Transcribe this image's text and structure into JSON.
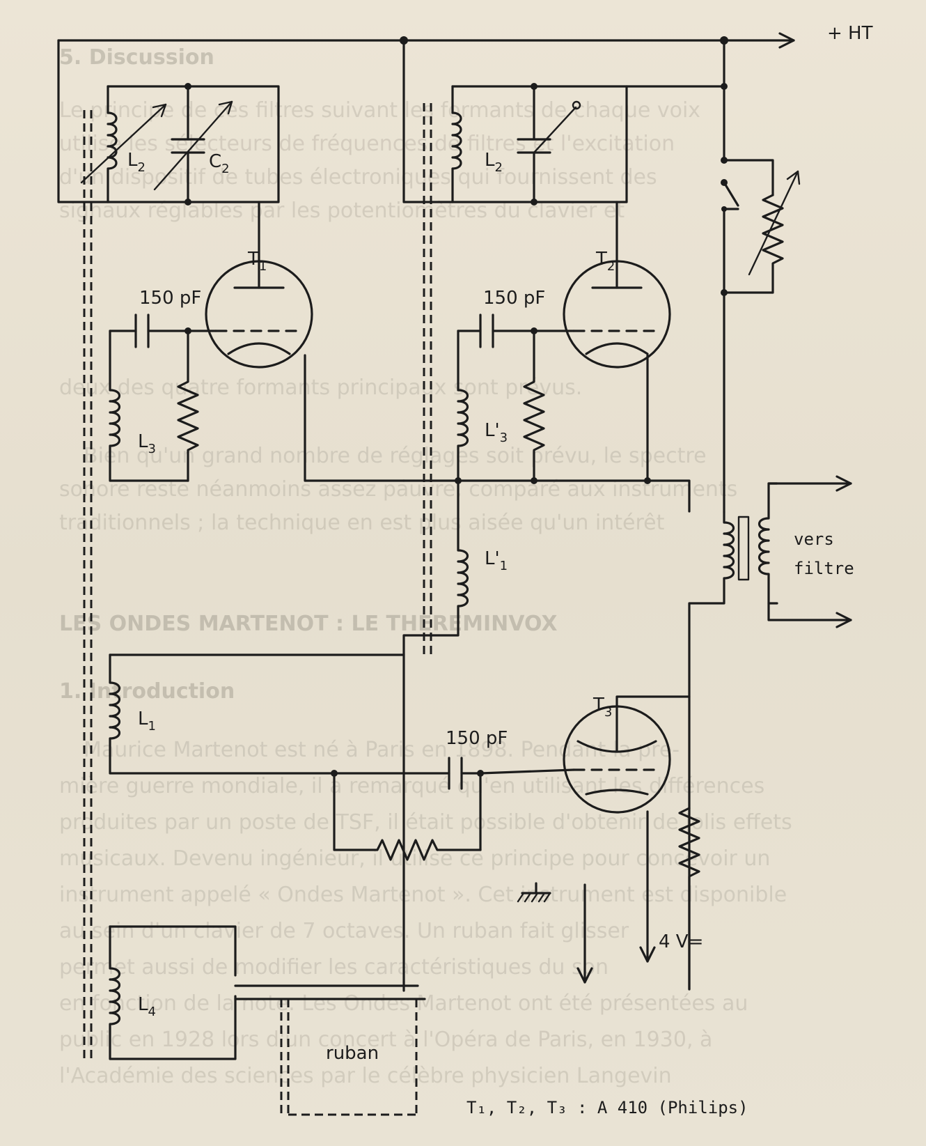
{
  "diagram": {
    "labels": {
      "ht": "+ HT",
      "l2a_main": "L",
      "l2a_sub": "2",
      "c2_main": "C",
      "c2_sub": "2",
      "l2b_main": "L",
      "l2b_sub": "2",
      "t1_main": "T",
      "t1_sub": "1",
      "t2_main": "T",
      "t2_sub": "2",
      "t3_main": "T",
      "t3_sub": "3",
      "cap1": "150 pF",
      "cap2": "150 pF",
      "cap3": "150 pF",
      "l3_main": "L",
      "l3_sub": "3",
      "l3p_main": "L'",
      "l3p_sub": "3",
      "l1p_main": "L'",
      "l1p_sub": "1",
      "l1_main": "L",
      "l1_sub": "1",
      "l4_main": "L",
      "l4_sub": "4",
      "vers": "vers",
      "filtre": "filtre",
      "four_v": "4 V=",
      "ruban": "ruban",
      "legend": "T₁, T₂, T₃ : A 410 (Philips)"
    }
  },
  "background_text": {
    "heading_top": "5. Discussion",
    "heading_mid": "LES ONDES MARTENOT : LE THEREMINVOX",
    "heading_intro": "1. Introduction",
    "lines": [
      "Le principe de ces filtres suivant les formants de chaque voix",
      "utilise les sélecteurs de fréquences de filtres et l'excitation",
      "d'un dispositif de tubes électroniques qui fournissent des",
      "signaux réglables par les potentiomètres du clavier et",
      "deux des quatre formants principaux sont prévus.",
      "Bien qu'un grand nombre de réglages soit prévu, le spectre",
      "sonore reste néanmoins assez pauvre, comparé aux instruments",
      "traditionnels ; la technique en est plus aisée qu'un intérêt",
      "Maurice Martenot est né à Paris en 1898. Pendant la pre-",
      "mière guerre mondiale, il a remarqué qu'en utilisant les différences",
      "produites par un poste de TSF, il était possible d'obtenir de jolis effets",
      "musicaux. Devenu ingénieur, il utilise ce principe pour concevoir un",
      "instrument appelé « Ondes Martenot ». Cet instrument est disponible",
      "au sein d'un clavier de 7 octaves. Un ruban fait glisser",
      "permet aussi de modifier les caractéristiques du son",
      "en fonction de la note. Les Ondes Martenot ont été présentées au",
      "public en 1928 lors d'un concert à l'Opéra de Paris, en 1930, à",
      "l'Académie des sciences par le célèbre physicien Langevin"
    ]
  }
}
